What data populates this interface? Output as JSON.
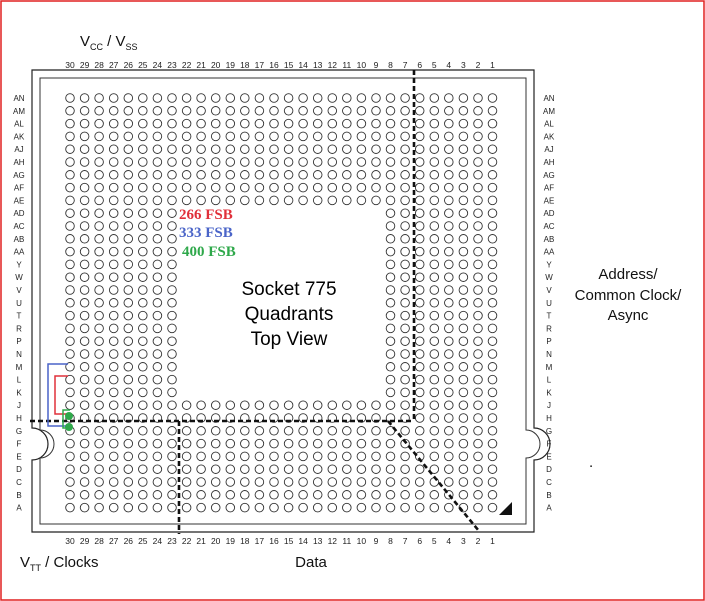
{
  "diagram": {
    "top_label": {
      "main": "V",
      "sub1": "CC",
      "mid": " / V",
      "sub2": "SS"
    },
    "bottom_left_label": {
      "main": "V",
      "sub": "TT",
      "rest": " / Clocks"
    },
    "bottom_mid_label": "Data",
    "right_label": [
      "Address/",
      "Common Clock/",
      "Async"
    ],
    "center_label": [
      "Socket 775",
      "Quadrants",
      "Top View"
    ],
    "fsb_legend": [
      {
        "text": "266 FSB",
        "color": "#e0303a"
      },
      {
        "text": "333 FSB",
        "color": "#4a64c8"
      },
      {
        "text": "400 FSB",
        "color": "#2ea84a"
      }
    ],
    "columns": [
      "30",
      "29",
      "28",
      "27",
      "26",
      "25",
      "24",
      "23",
      "22",
      "21",
      "20",
      "19",
      "18",
      "17",
      "16",
      "15",
      "14",
      "13",
      "12",
      "11",
      "10",
      "9",
      "8",
      "7",
      "6",
      "5",
      "4",
      "3",
      "2",
      "1"
    ],
    "rows": [
      "AN",
      "AM",
      "AL",
      "AK",
      "AJ",
      "AH",
      "AG",
      "AF",
      "AE",
      "AD",
      "AC",
      "AB",
      "AA",
      "Y",
      "W",
      "V",
      "U",
      "T",
      "R",
      "P",
      "N",
      "M",
      "L",
      "K",
      "J",
      "H",
      "G",
      "F",
      "E",
      "D",
      "C",
      "B",
      "A"
    ],
    "side_dot": "."
  }
}
